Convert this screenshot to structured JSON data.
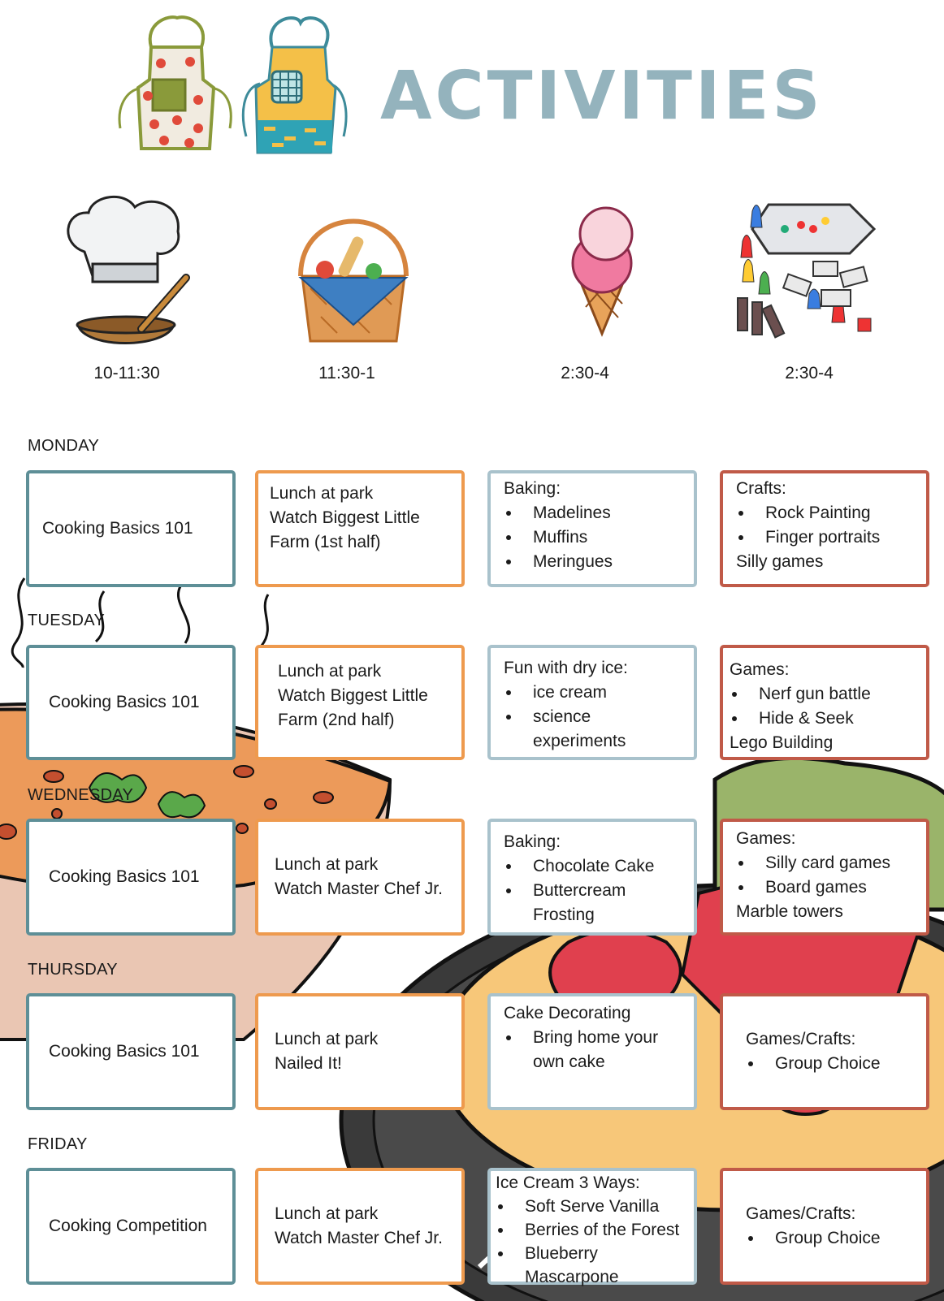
{
  "header": {
    "title": "ACTIVITIES"
  },
  "icons": {
    "apron_1": "apron-apple-icon",
    "apron_2": "apron-yellow-icon",
    "col_1": "chef-hat-bowl-icon",
    "col_2": "picnic-basket-icon",
    "col_3": "ice-cream-cone-icon",
    "col_4": "board-games-icon"
  },
  "times": [
    "10-11:30",
    "11:30-1",
    "2:30-4",
    "2:30-4"
  ],
  "days": [
    {
      "name": "MONDAY",
      "c1": "Cooking Basics 101",
      "c2": [
        "Lunch at park",
        "Watch Biggest Little",
        "Farm (1st half)"
      ],
      "c3": {
        "head": "Baking:",
        "items": [
          "Madelines",
          "Muffins",
          "Meringues"
        ]
      },
      "c4": {
        "head": "Crafts:",
        "items": [
          "Rock Painting",
          "Finger portraits"
        ],
        "tail": "Silly games"
      }
    },
    {
      "name": "TUESDAY",
      "c1": "Cooking Basics 101",
      "c2": [
        "Lunch at park",
        "Watch Biggest Little",
        "Farm (2nd half)"
      ],
      "c3": {
        "head": "Fun with dry ice:",
        "items": [
          "ice cream",
          "science experiments"
        ]
      },
      "c4": {
        "head": "Games:",
        "items": [
          "Nerf gun battle",
          "Hide & Seek"
        ],
        "tail": "Lego Building"
      }
    },
    {
      "name": "WEDNESDAY",
      "c1": "Cooking Basics 101",
      "c2": [
        "Lunch at park",
        "Watch Master Chef Jr."
      ],
      "c3": {
        "head": "Baking:",
        "items": [
          "Chocolate Cake",
          "Buttercream Frosting"
        ]
      },
      "c4": {
        "head": "Games:",
        "items": [
          "Silly card games",
          "Board games"
        ],
        "tail": "Marble towers"
      }
    },
    {
      "name": "THURSDAY",
      "c1": "Cooking Basics 101",
      "c2": [
        "Lunch at park",
        "Nailed It!"
      ],
      "c3": {
        "head": "Cake Decorating",
        "items": [
          "Bring home your own cake"
        ]
      },
      "c4": {
        "head": "Games/Crafts:",
        "items": [
          "Group Choice"
        ]
      }
    },
    {
      "name": "FRIDAY",
      "c1": "Cooking Competition",
      "c2": [
        "Lunch at park",
        "Watch Master Chef Jr."
      ],
      "c3": {
        "head": "Ice Cream 3 Ways:",
        "items": [
          "Soft Serve Vanilla",
          "Berries of the Forest",
          "Blueberry Mascarpone"
        ]
      },
      "c4": {
        "head": "Games/Crafts:",
        "items": [
          "Group Choice"
        ]
      }
    }
  ],
  "colors": {
    "title": "#94b3bd",
    "col_1_border": "#5e8f97",
    "col_2_border": "#ee9a4e",
    "col_3_border": "#a9c2cc",
    "col_4_border": "#c05a48",
    "soup": "#ec9a5a",
    "bowl": "#eac6b3",
    "pizza": "#f7c779",
    "pan": "#3a3a3a"
  }
}
